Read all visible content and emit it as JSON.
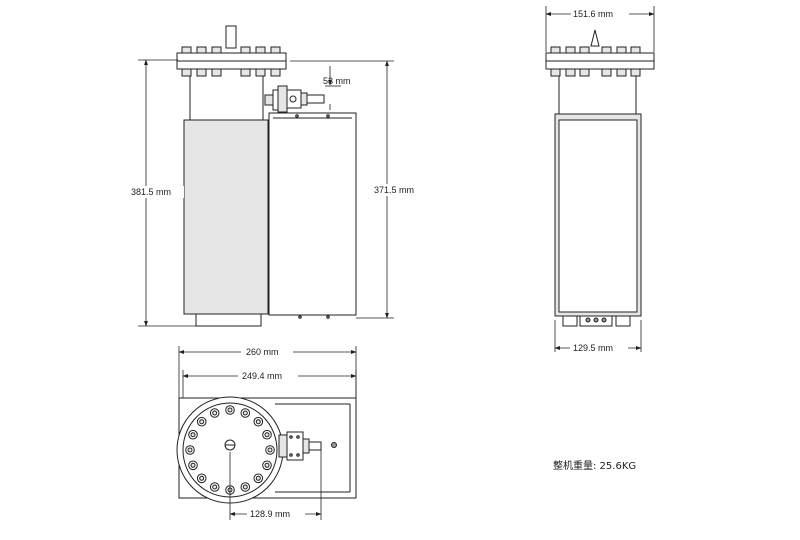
{
  "dimensions": {
    "side_total_height": "381.5  mm",
    "side_body_height": "371.5  mm",
    "side_port_offset": "53  mm",
    "end_flange_width": "151.6  mm",
    "end_body_width": "129.5  mm",
    "top_overall_width": "260  mm",
    "top_body_width": "249.4  mm",
    "top_port_length": "128.9  mm"
  },
  "weight_note": "整机重量: 25.6KG"
}
